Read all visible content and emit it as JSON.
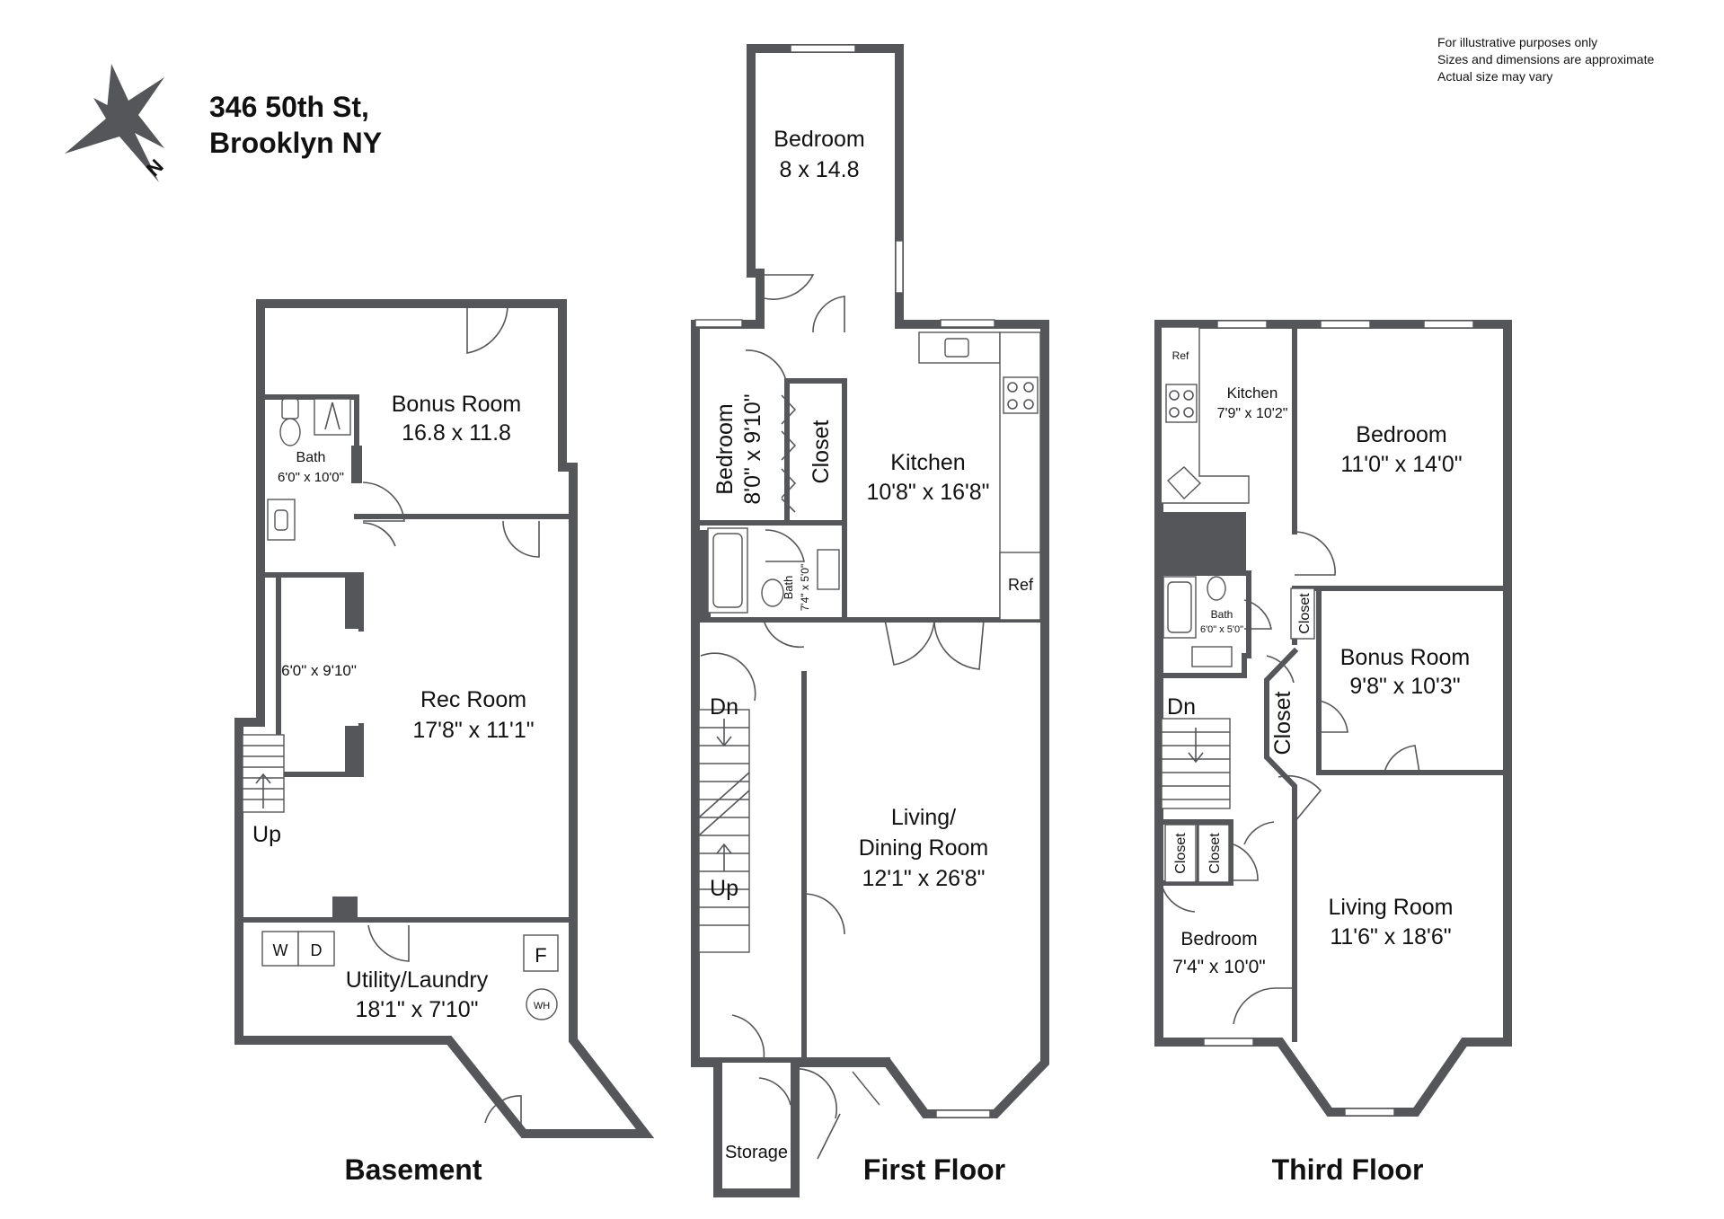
{
  "address": {
    "line1": "346 50th St,",
    "line2": "Brooklyn NY"
  },
  "compass": {
    "label": "N"
  },
  "disclaimer": [
    "For illustrative purposes only",
    "Sizes and dimensions are approximate",
    "Actual size may vary"
  ],
  "floors": {
    "basement": {
      "title": "Basement",
      "rooms": {
        "bonus": {
          "name": "Bonus Room",
          "size": "16.8 x 11.8"
        },
        "bath": {
          "name": "Bath",
          "size": "6'0\" x 10'0\""
        },
        "rec": {
          "name": "Rec Room",
          "size": "17'8\" x 11'1\""
        },
        "nook": {
          "size": "6'0\" x 9'10\""
        },
        "utility": {
          "name": "Utility/Laundry",
          "size": "18'1\" x 7'10\""
        }
      },
      "stairs": "Up",
      "appliances": {
        "washer": "W",
        "dryer": "D",
        "furnace": "F",
        "water_heater": "WH"
      }
    },
    "first": {
      "title": "First Floor",
      "rooms": {
        "rear_bedroom": {
          "name": "Bedroom",
          "size": "8 x 14.8"
        },
        "bedroom": {
          "name": "Bedroom",
          "size": "8'0\" x 9'10\""
        },
        "closet": {
          "name": "Closet"
        },
        "kitchen": {
          "name": "Kitchen",
          "size": "10'8\" x 16'8\""
        },
        "bath": {
          "name": "Bath",
          "size": "7'4\" x 5'0\""
        },
        "living": {
          "name1": "Living/",
          "name2": "Dining Room",
          "size": "12'1\" x 26'8\""
        },
        "storage": {
          "name": "Storage"
        }
      },
      "ref": "Ref",
      "stairs_down": "Dn",
      "stairs_up": "Up"
    },
    "third": {
      "title": "Third Floor",
      "rooms": {
        "kitchen": {
          "name": "Kitchen",
          "size": "7'9\" x 10'2\""
        },
        "bedroom_large": {
          "name": "Bedroom",
          "size": "11'0\" x 14'0\""
        },
        "bath": {
          "name": "Bath",
          "size": "6'0\" x 5'0\""
        },
        "bonus": {
          "name": "Bonus Room",
          "size": "9'8\" x 10'3\""
        },
        "bedroom_small": {
          "name": "Bedroom",
          "size": "7'4\" x 10'0\""
        },
        "living": {
          "name": "Living Room",
          "size": "11'6\" x 18'6\""
        }
      },
      "closets": [
        "Closet",
        "Closet",
        "Closet",
        "Closet"
      ],
      "ref": "Ref",
      "stairs_down": "Dn"
    }
  }
}
